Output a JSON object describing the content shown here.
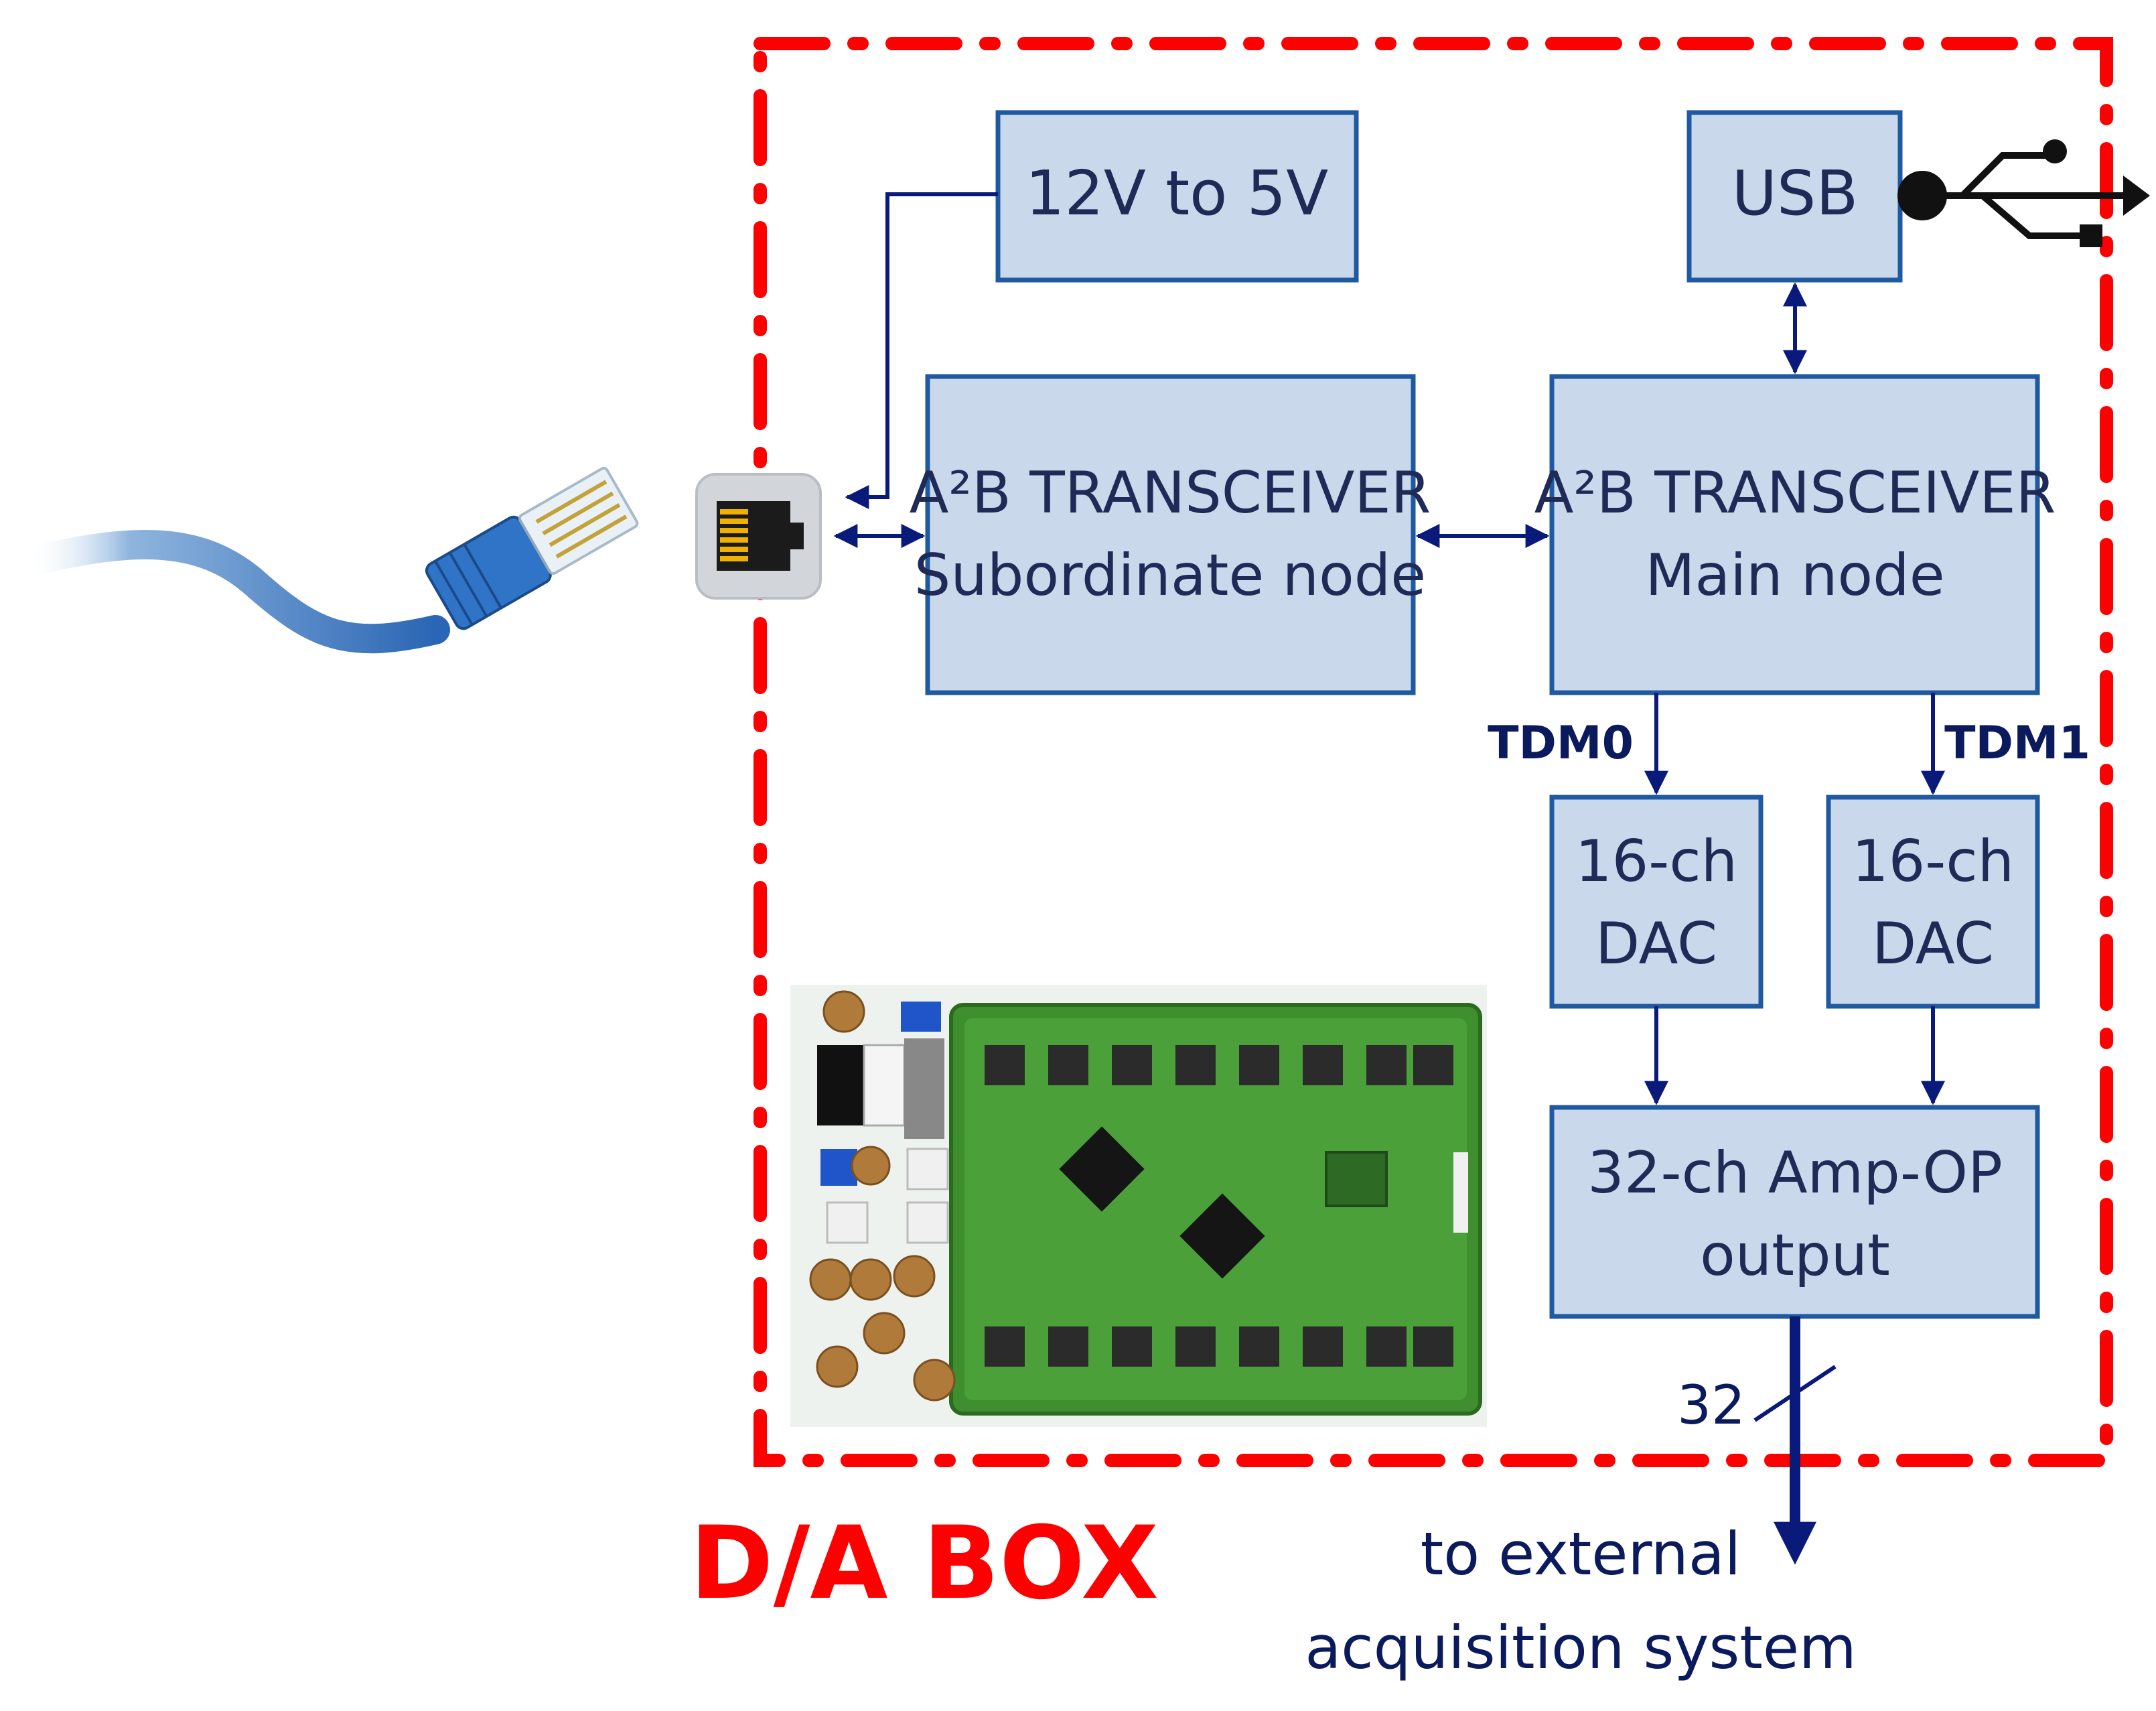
{
  "blocks": {
    "regulator": "12V to 5V",
    "usb": "USB",
    "sub_line1": "A²B TRANSCEIVER",
    "sub_line2": "Subordinate node",
    "main_line1": "A²B TRANSCEIVER",
    "main_line2": "Main node",
    "dac0_line1": "16-ch",
    "dac0_line2": "DAC",
    "dac1_line1": "16-ch",
    "dac1_line2": "DAC",
    "amp_line1": "32-ch Amp-OP",
    "amp_line2": "output"
  },
  "labels": {
    "tdm0": "TDM0",
    "tdm1": "TDM1",
    "bus_width": "32",
    "box_title": "D/A BOX",
    "output_line1": "to external",
    "output_line2": "acquisition system"
  },
  "colors": {
    "block_fill": "#c9d8ea",
    "block_stroke": "#1f5aa0",
    "arrow": "#0a1a7a",
    "box_border": "#ff0000",
    "pcb_green": "#3f8f2f"
  },
  "icons": [
    "ethernet-cable-icon",
    "rj45-port-icon",
    "usb-symbol-icon",
    "pcb-board-image"
  ]
}
